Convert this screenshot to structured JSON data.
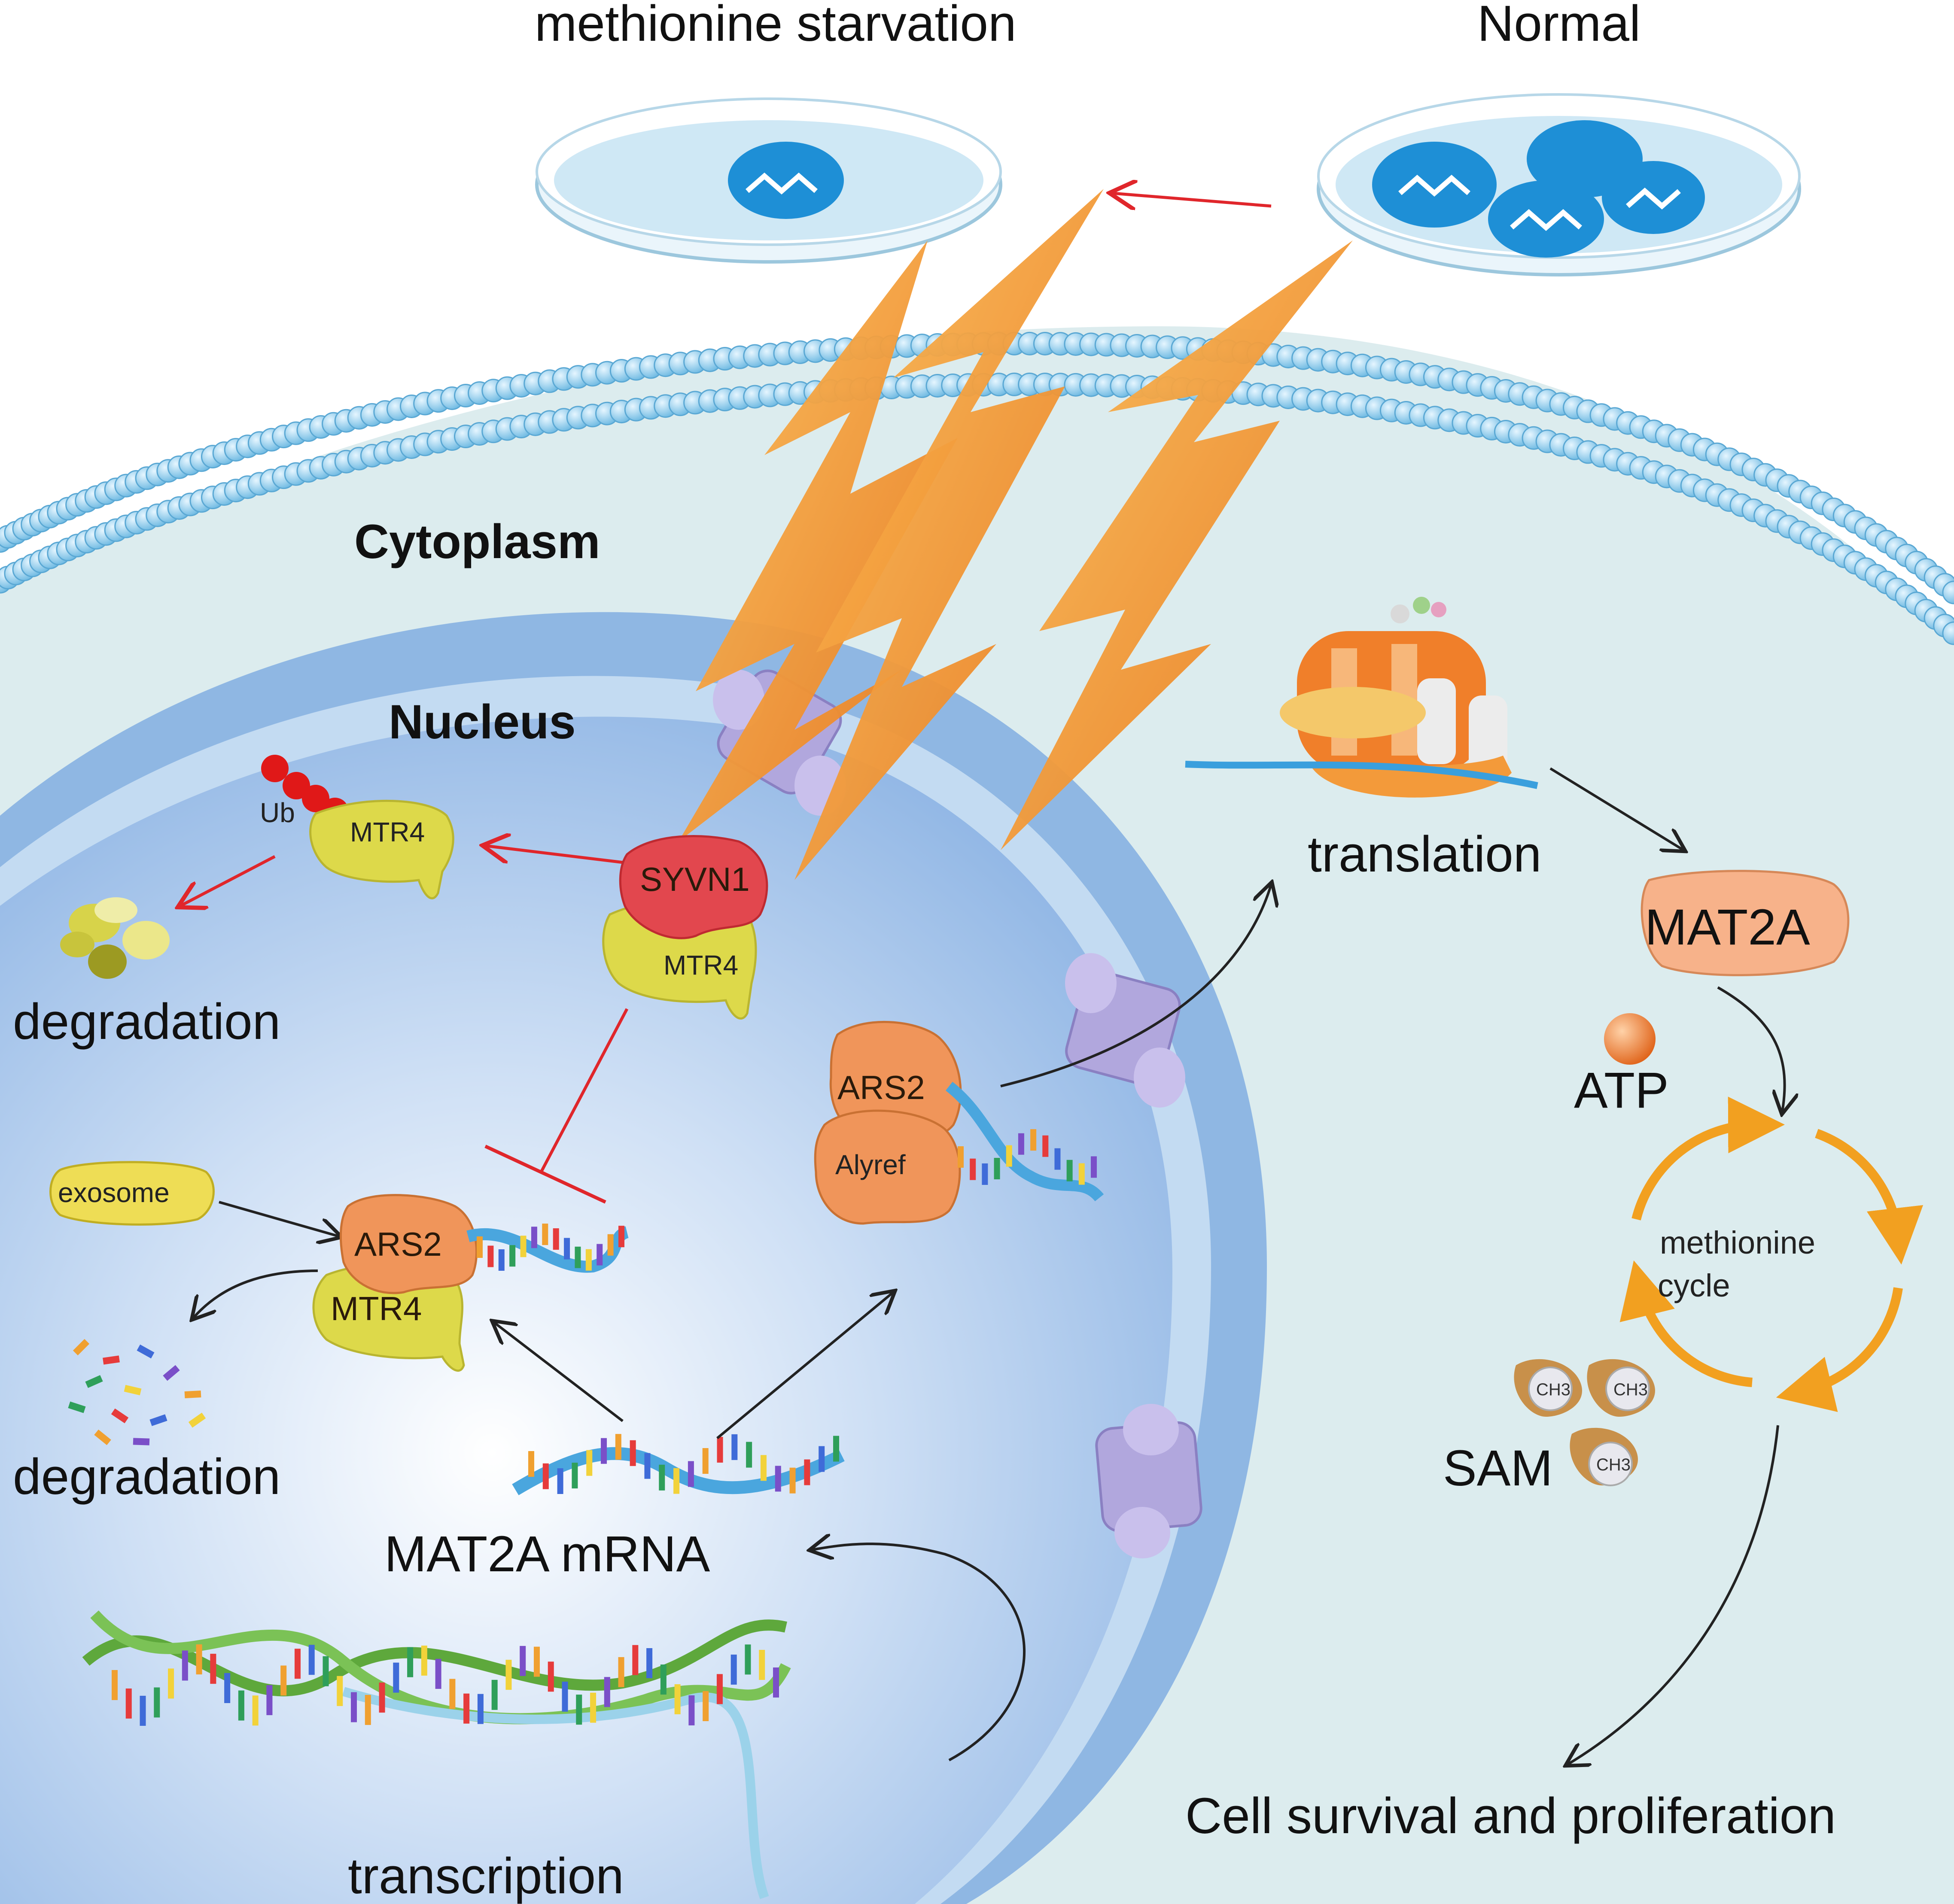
{
  "labels": {
    "methionine_starvation": "methionine starvation",
    "normal": "Normal",
    "cytoplasm": "Cytoplasm",
    "nucleus": "Nucleus",
    "ub": "Ub",
    "mtr4_ub": "MTR4",
    "syvn1": "SYVN1",
    "mtr4_syvn1": "MTR4",
    "degradation_top": "degradation",
    "exosome": "exosome",
    "ars2_left": "ARS2",
    "mtr4_left": "MTR4",
    "degradation_bottom": "degradation",
    "mat2a_mrna": "MAT2A  mRNA",
    "transcription": "transcription",
    "ars2_right": "ARS2",
    "alyref": "Alyref",
    "translation": "translation",
    "mat2a_protein": "MAT2A",
    "atp": "ATP",
    "methionine_cycle_1": "methionine",
    "methionine_cycle_2": "cycle",
    "sam": "SAM",
    "ch3_a": "CH3",
    "ch3_b": "CH3",
    "ch3_c": "CH3",
    "cell_survival": "Cell survival and proliferation"
  },
  "colors": {
    "cytoplasm_fill": "#dcecee",
    "membrane_bead": "#7ec4e6",
    "nucleus_fill": "#a9c9ec",
    "nucleus_envelope": "#8fb7e3",
    "inhibition_red": "#e0262b",
    "flow_black": "#222222",
    "lightning_orange": "#f08a1c",
    "cycle_orange": "#f2a020",
    "mtr4_yellow": "#ddd94a",
    "syvn1_red": "#e2474e",
    "ars2_orange": "#f0955a",
    "dish_blue": "#1e8fd6"
  }
}
